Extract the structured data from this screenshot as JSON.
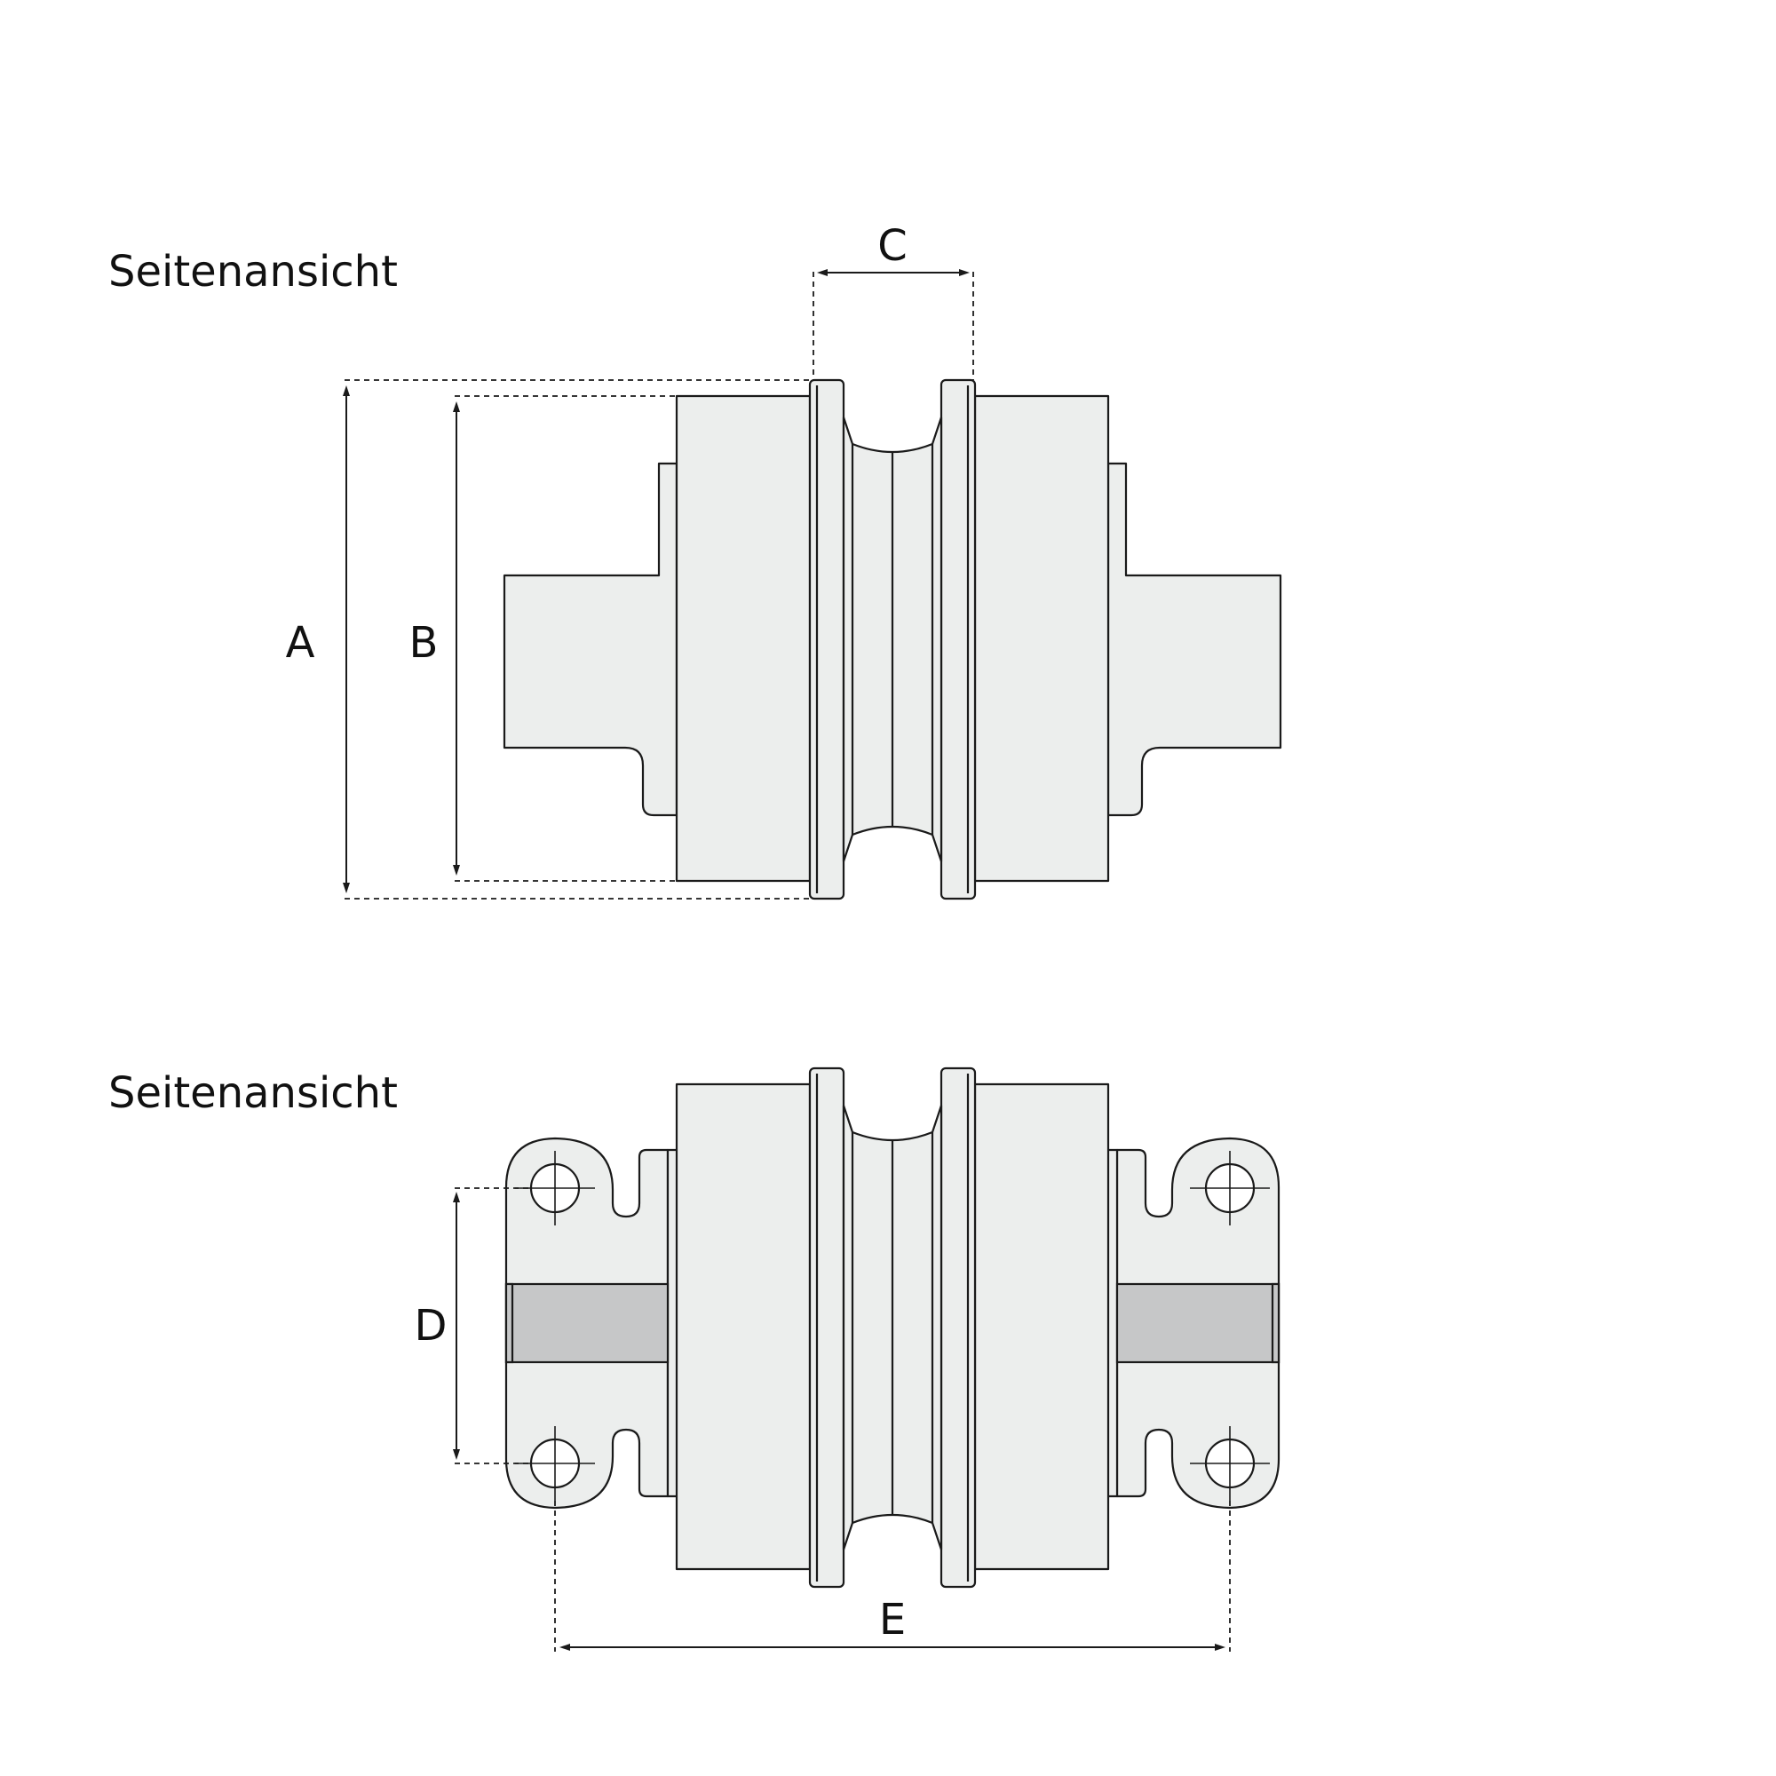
{
  "views": [
    {
      "title": "Seitenansicht"
    },
    {
      "title": "Seitenansicht"
    }
  ],
  "dimensions": {
    "a": "A",
    "b": "B",
    "c": "C",
    "d": "D",
    "e": "E"
  },
  "colors": {
    "part_fill": "#eceeed",
    "shaft_fill": "#c6c7c8",
    "line": "#1a1a1a"
  }
}
